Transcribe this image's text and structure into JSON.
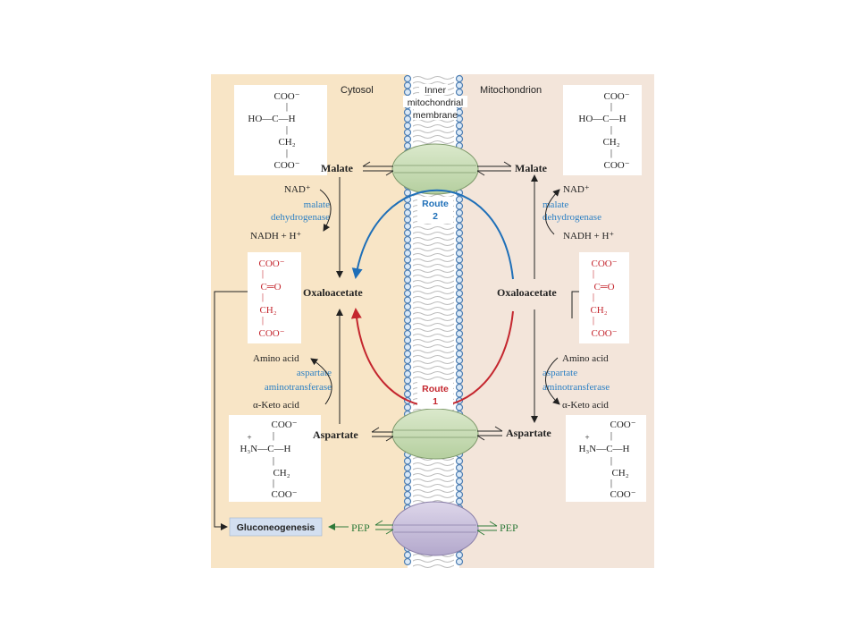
{
  "regions": {
    "cytosol": "Cytosol",
    "membrane_line1": "Inner",
    "membrane_line2": "mitochondrial",
    "membrane_line3": "membrane",
    "mitochondrion": "Mitochondrion"
  },
  "metabolites": {
    "malate_cyt": "Malate",
    "malate_mito": "Malate",
    "oaa_cyt": "Oxaloacetate",
    "oaa_mito": "Oxaloacetate",
    "asp_cyt": "Aspartate",
    "asp_mito": "Aspartate",
    "pep_cyt": "PEP",
    "pep_mito": "PEP",
    "gluconeogenesis": "Gluconeogenesis"
  },
  "cofactors": {
    "nad_cyt": "NAD⁺",
    "nadh_cyt": "NADH + H⁺",
    "nad_mito": "NAD⁺",
    "nadh_mito": "NADH + H⁺",
    "amino_cyt": "Amino acid",
    "keto_cyt": "α-Keto acid",
    "amino_mito": "Amino acid",
    "keto_mito": "α-Keto acid"
  },
  "enzymes": {
    "mdh_line1": "malate",
    "mdh_line2": "dehydrogenase",
    "ast_line1": "aspartate",
    "ast_line2": "aminotransferase"
  },
  "routes": {
    "route2_line1": "Route",
    "route2_line2": "2",
    "route1_line1": "Route",
    "route1_line2": "1"
  },
  "structures": {
    "coo": "COO⁻",
    "ho_c_h": "HO—C—H",
    "ch2": "CH₂",
    "c_dbl_o": "C═O",
    "h3n_c_h": "H₃N—C—H",
    "plus": "+",
    "bond": "|"
  },
  "colors": {
    "cytosol_bg": "#f8e5c6",
    "mito_bg": "#f3e5da",
    "enzyme_blue": "#2a7fc4",
    "route2_blue": "#1e6fb8",
    "route1_red": "#c4262e",
    "oaa_red": "#c4262e",
    "pep_green": "#2f7a3a",
    "transporter_green": "#c7dcb4",
    "transporter_purple": "#c9c0dc",
    "gluconeogenesis_box": "#d3dff0"
  }
}
